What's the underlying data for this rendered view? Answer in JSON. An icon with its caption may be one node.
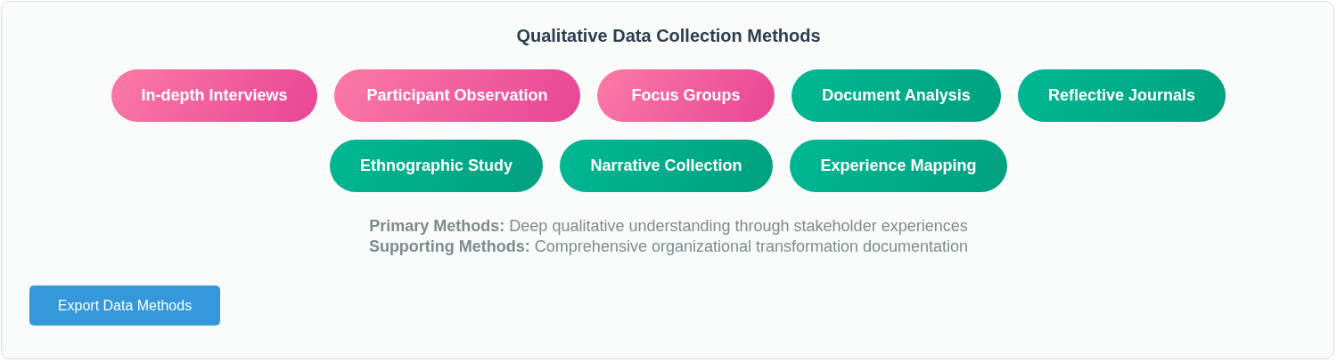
{
  "diagram": {
    "title": "Qualitative Data Collection Methods",
    "nodes": [
      {
        "text": [
          "In-depth Interviews"
        ]
      },
      {
        "text": [
          "Participant Observation"
        ]
      },
      {
        "text": [
          "Focus Groups"
        ]
      },
      {
        "text": [
          "Document Analysis"
        ]
      },
      {
        "text": [
          "Reflective Journals"
        ]
      },
      {
        "text": [
          "Ethnographic Study"
        ]
      },
      {
        "text": [
          "Narrative Collection"
        ]
      },
      {
        "text": [
          "Experience Mapping"
        ]
      },
      {
        "text": [
          "Export Data Methods"
        ]
      }
    ],
    "labels": [
      "**Primary Methods:** Deep qualitative understanding through stakeholder experiences",
      "**Supporting Methods:** Comprehensive organizational transformation documentation"
    ]
  }
}
